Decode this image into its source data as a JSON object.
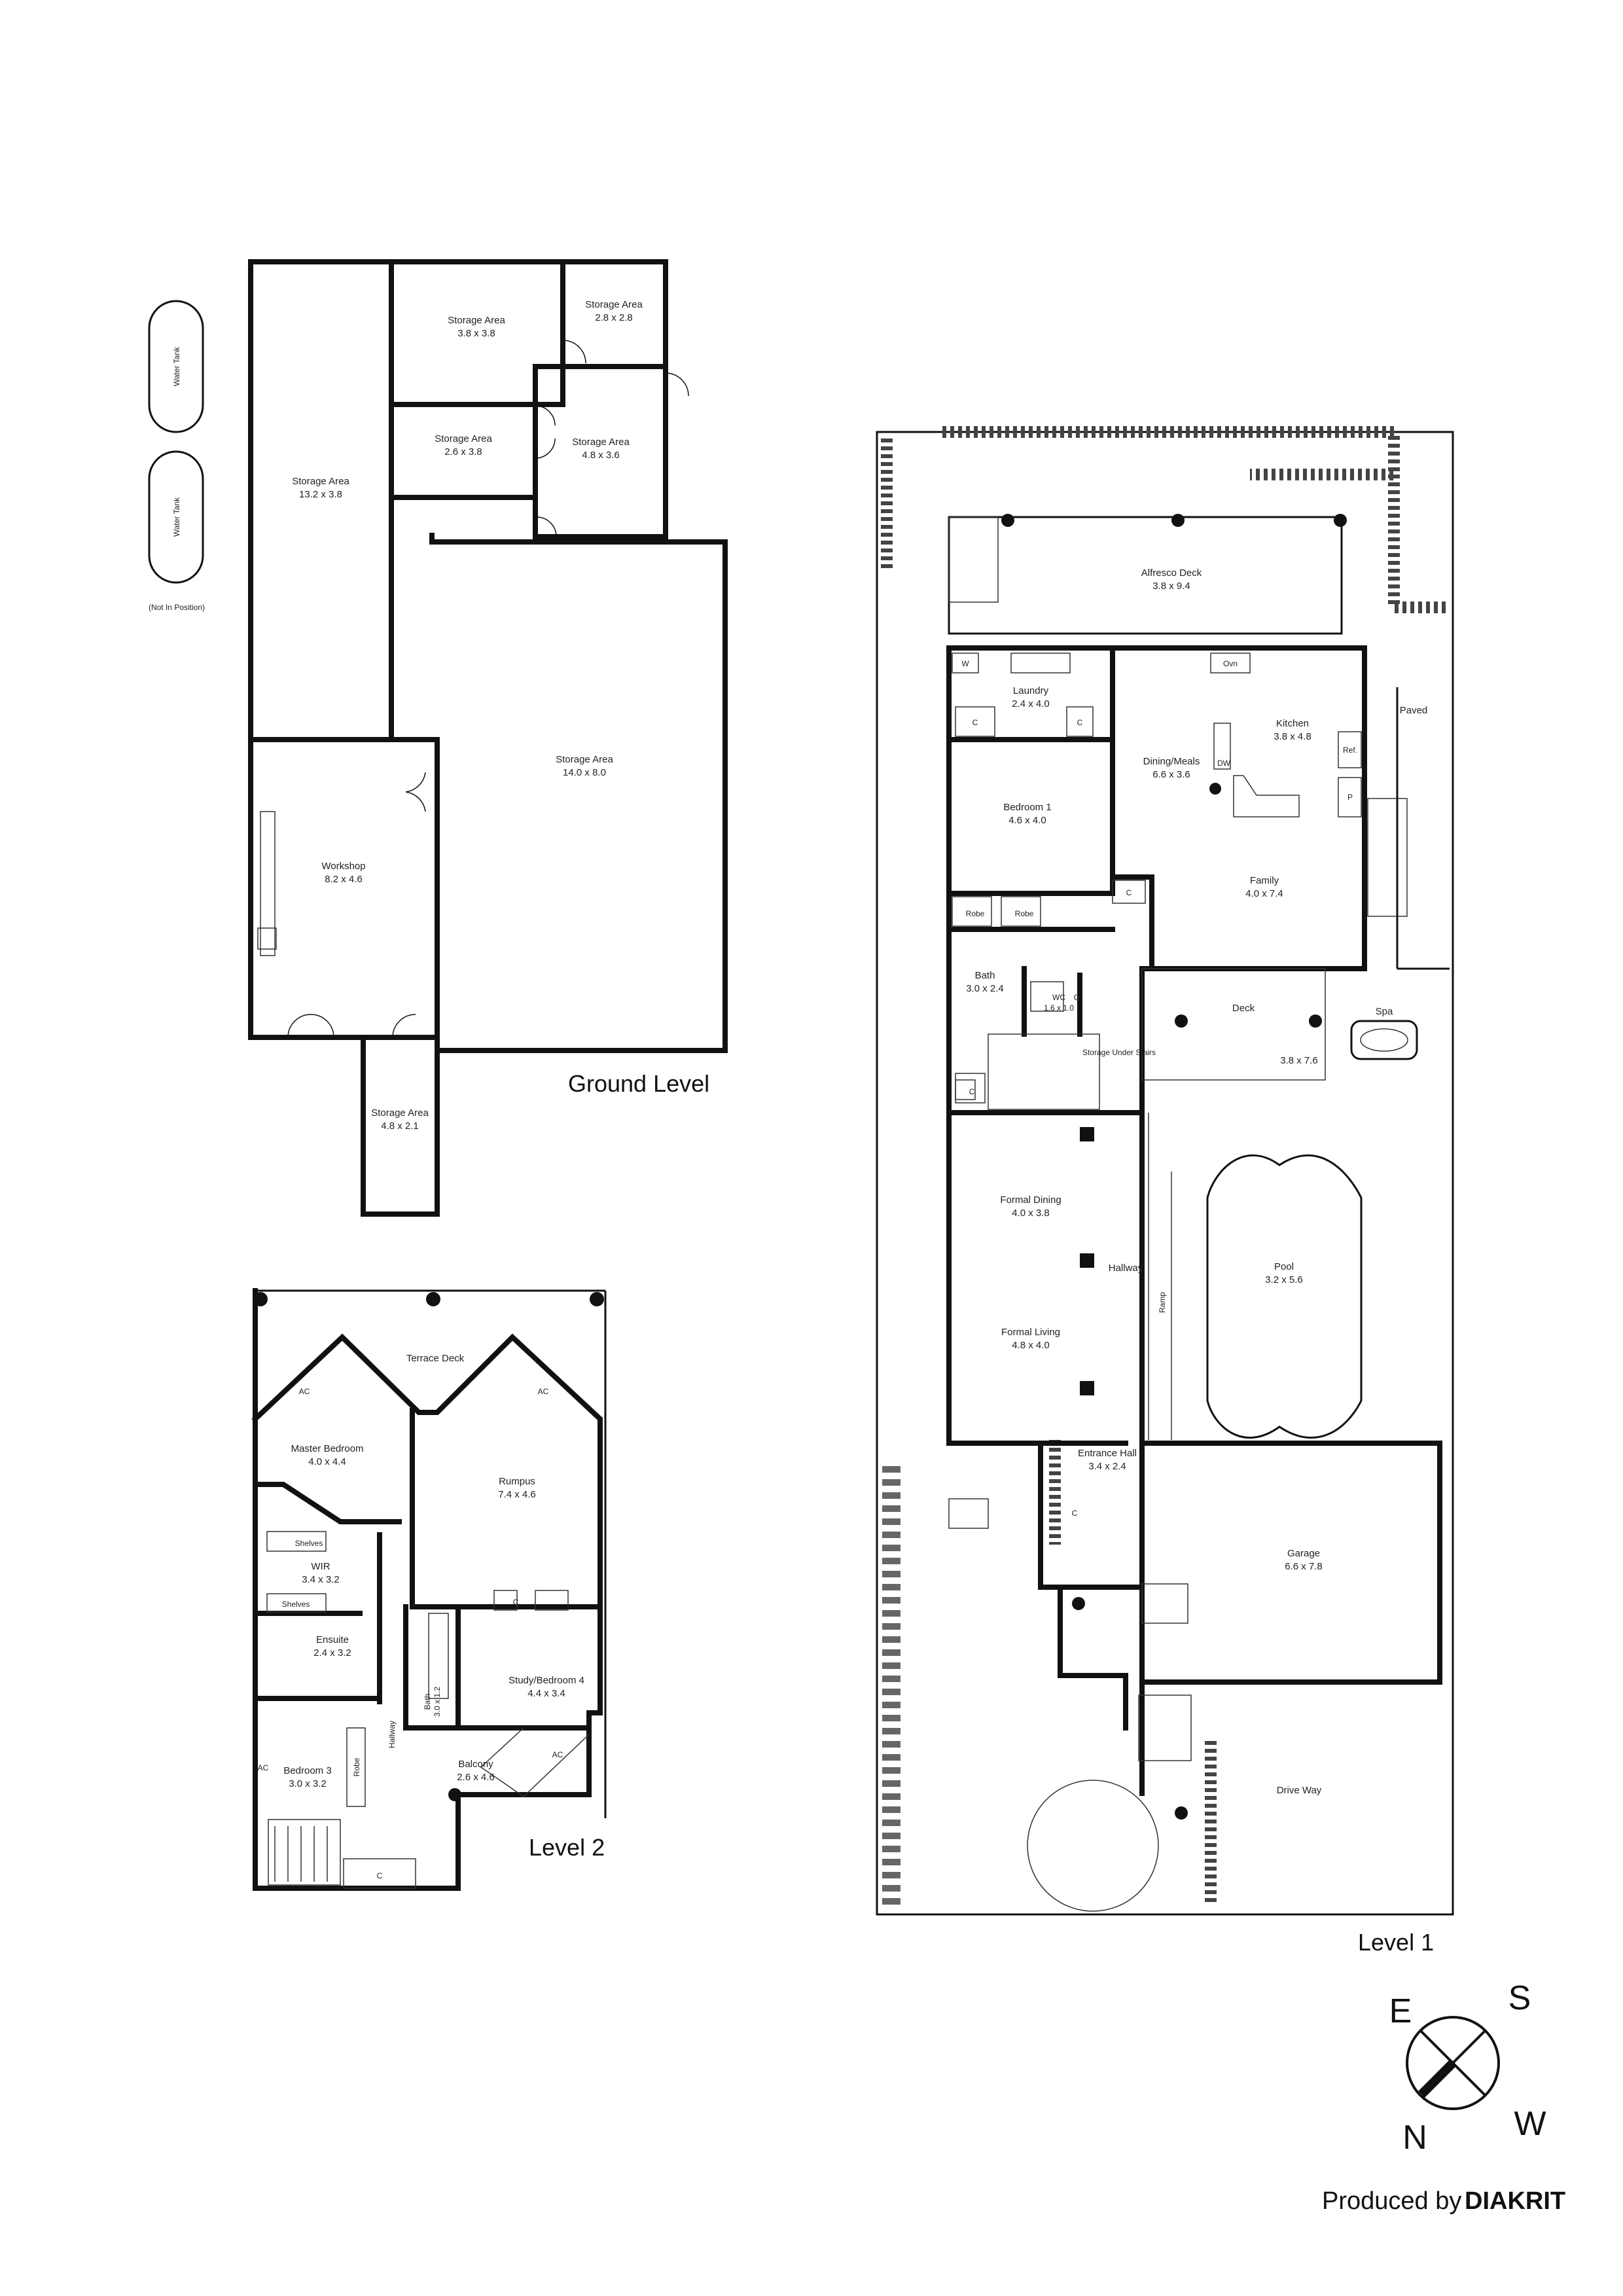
{
  "plans": {
    "ground": {
      "label": "Ground Level",
      "rooms": [
        {
          "name": "Storage Area",
          "size": "3.8 x 3.8"
        },
        {
          "name": "Storage Area",
          "size": "2.8 x 2.8"
        },
        {
          "name": "Storage Area",
          "size": "2.6 x 3.8"
        },
        {
          "name": "Storage Area",
          "size": "4.8 x 3.6"
        },
        {
          "name": "Storage Area",
          "size": "13.2 x 3.8"
        },
        {
          "name": "Storage Area",
          "size": "14.0 x 8.0"
        },
        {
          "name": "Workshop",
          "size": "8.2 x 4.6"
        },
        {
          "name": "Storage Area",
          "size": "4.8 x 2.1"
        }
      ],
      "water_tank": "Water Tank",
      "not_in_position": "(Not In Position)"
    },
    "level2": {
      "label": "Level 2",
      "rooms": [
        {
          "name": "Terrace Deck",
          "size": ""
        },
        {
          "name": "Master Bedroom",
          "size": "4.0 x 4.4"
        },
        {
          "name": "Rumpus",
          "size": "7.4 x 4.6"
        },
        {
          "name": "WIR",
          "size": "3.4 x 3.2"
        },
        {
          "name": "Ensuite",
          "size": "2.4 x 3.2"
        },
        {
          "name": "Study/Bedroom 4",
          "size": "4.4 x 3.4"
        },
        {
          "name": "Bath",
          "size": "3.0 x 1.2"
        },
        {
          "name": "Bedroom 3",
          "size": "3.0 x 3.2"
        },
        {
          "name": "Balcony",
          "size": "2.6 x 4.6"
        }
      ],
      "tags": {
        "shelves": "Shelves",
        "hallway": "Hallway",
        "robe": "Robe",
        "ac": "AC",
        "c": "C"
      }
    },
    "level1": {
      "label": "Level 1",
      "rooms": [
        {
          "name": "Alfresco Deck",
          "size": "3.8 x 9.4"
        },
        {
          "name": "Laundry",
          "size": "2.4 x 4.0"
        },
        {
          "name": "Kitchen",
          "size": "3.8 x 4.8"
        },
        {
          "name": "Dining/Meals",
          "size": "6.6 x 3.6"
        },
        {
          "name": "Bedroom 1",
          "size": "4.6 x 4.0"
        },
        {
          "name": "Family",
          "size": "4.0 x 7.4"
        },
        {
          "name": "Bath",
          "size": "3.0 x 2.4"
        },
        {
          "name": "WC",
          "size": "1.6 x 1.0"
        },
        {
          "name": "Deck",
          "size": "3.8 x 7.6"
        },
        {
          "name": "Formal Dining",
          "size": "4.0 x 3.8"
        },
        {
          "name": "Formal Living",
          "size": "4.8 x 4.0"
        },
        {
          "name": "Pool",
          "size": "3.2 x 5.6"
        },
        {
          "name": "Entrance Hall",
          "size": "3.4 x 2.4"
        },
        {
          "name": "Garage",
          "size": "6.6 x 7.8"
        }
      ],
      "tags": {
        "paved": "Paved",
        "spa": "Spa",
        "hallway": "Hallway",
        "ramp": "Ramp",
        "driveway": "Drive Way",
        "storage_under_stairs": "Storage Under Stairs",
        "robe": "Robe",
        "oven": "Ovn",
        "dw": "DW",
        "ref": "Ref.",
        "p": "P",
        "w": "W",
        "c": "C"
      }
    }
  },
  "compass": {
    "e": "E",
    "s": "S",
    "n": "N",
    "w": "W"
  },
  "credit": {
    "prefix": "Produced by",
    "brand": "DIAKRIT"
  }
}
